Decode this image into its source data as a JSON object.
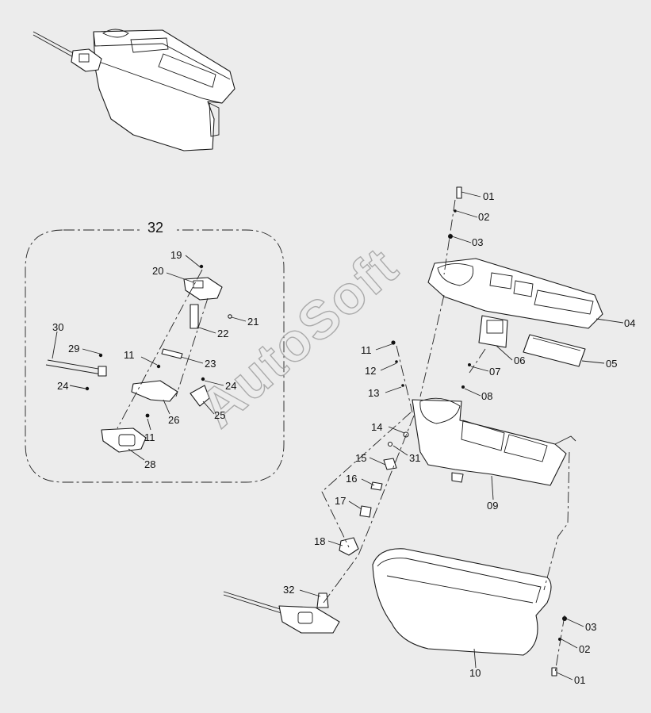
{
  "watermark": "AutoSoft",
  "group_label": "32",
  "callouts": [
    {
      "id": "c01a",
      "text": "01"
    },
    {
      "id": "c02a",
      "text": "02"
    },
    {
      "id": "c03a",
      "text": "03"
    },
    {
      "id": "c04",
      "text": "04"
    },
    {
      "id": "c05",
      "text": "05"
    },
    {
      "id": "c06",
      "text": "06"
    },
    {
      "id": "c07",
      "text": "07"
    },
    {
      "id": "c08",
      "text": "08"
    },
    {
      "id": "c09",
      "text": "09"
    },
    {
      "id": "c10",
      "text": "10"
    },
    {
      "id": "c11a",
      "text": "11"
    },
    {
      "id": "c12",
      "text": "12"
    },
    {
      "id": "c13",
      "text": "13"
    },
    {
      "id": "c14",
      "text": "14"
    },
    {
      "id": "c15",
      "text": "15"
    },
    {
      "id": "c16",
      "text": "16"
    },
    {
      "id": "c17",
      "text": "17"
    },
    {
      "id": "c18",
      "text": "18"
    },
    {
      "id": "c31",
      "text": "31"
    },
    {
      "id": "c32",
      "text": "32"
    },
    {
      "id": "c03b",
      "text": "03"
    },
    {
      "id": "c02b",
      "text": "02"
    },
    {
      "id": "c01b",
      "text": "01"
    },
    {
      "id": "c19",
      "text": "19"
    },
    {
      "id": "c20",
      "text": "20"
    },
    {
      "id": "c21",
      "text": "21"
    },
    {
      "id": "c22",
      "text": "22"
    },
    {
      "id": "c23",
      "text": "23"
    },
    {
      "id": "c24a",
      "text": "24"
    },
    {
      "id": "c24b",
      "text": "24"
    },
    {
      "id": "c25",
      "text": "25"
    },
    {
      "id": "c26",
      "text": "26"
    },
    {
      "id": "c28",
      "text": "28"
    },
    {
      "id": "c29",
      "text": "29"
    },
    {
      "id": "c30",
      "text": "30"
    },
    {
      "id": "c11b",
      "text": "11"
    },
    {
      "id": "c11c",
      "text": "11"
    }
  ]
}
